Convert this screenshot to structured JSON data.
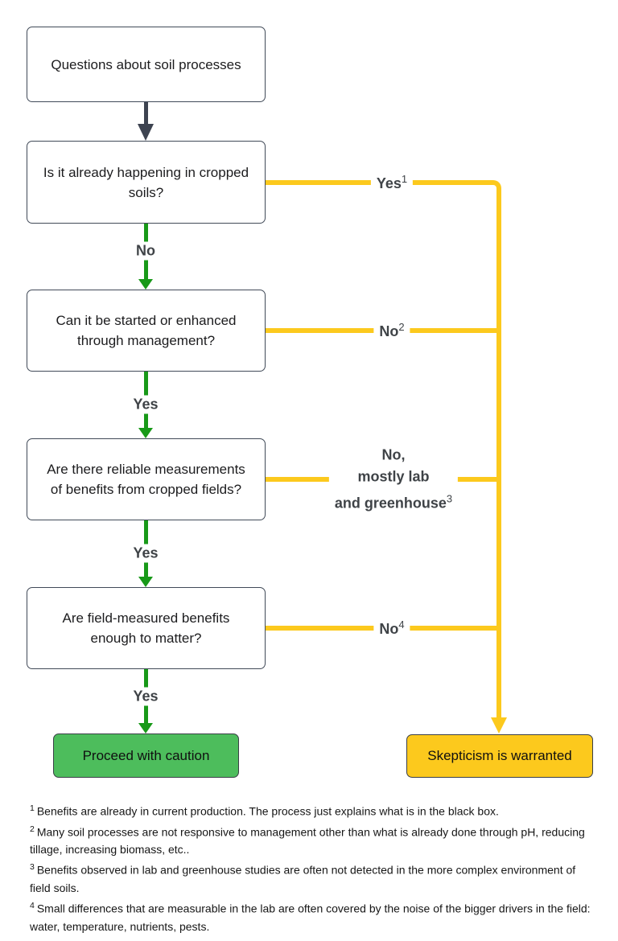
{
  "flowchart": {
    "nodes": [
      {
        "text": "Questions about soil processes"
      },
      {
        "text": "Is it already happening in cropped soils?"
      },
      {
        "text": "Can it be started or enhanced through management?"
      },
      {
        "text": "Are there reliable measurements of benefits from cropped fields?"
      },
      {
        "text": "Are field-measured benefits enough to matter?"
      }
    ],
    "terminals": {
      "proceed": {
        "text": "Proceed with caution"
      },
      "skepticism": {
        "text": "Skepticism is warranted"
      }
    },
    "branch_labels": {
      "yes1": {
        "text": "Yes",
        "sup": "1"
      },
      "no_down": {
        "text": "No"
      },
      "no2": {
        "text": "No",
        "sup": "2"
      },
      "yes_down2": {
        "text": "Yes"
      },
      "no3": {
        "lines": [
          "No,",
          "mostly lab",
          "and greenhouse"
        ],
        "sup": "3"
      },
      "yes_down3": {
        "text": "Yes"
      },
      "no4": {
        "text": "No",
        "sup": "4"
      },
      "yes_down4": {
        "text": "Yes"
      }
    },
    "footnotes": [
      {
        "sup": "1",
        "text": "Benefits are already in current production. The process just explains what is in the black box."
      },
      {
        "sup": "2",
        "text": "Many soil processes are not  responsive to management other than what is already done through pH, reducing tillage, increasing biomass, etc.."
      },
      {
        "sup": "3",
        "text": "Benefits observed in lab and greenhouse studies are often not detected in the more complex environment of field soils."
      },
      {
        "sup": "4",
        "text": "Small differences that are measurable in the lab are often covered by the noise of the bigger drivers in the field: water, temperature, nutrients, pests."
      }
    ],
    "colors": {
      "branch_yellow": "#FCC91D",
      "arrow_green": "#189918",
      "proceed_fill": "#4DBD5C",
      "skepticism_fill": "#FCC91D",
      "node_border": "#414A58",
      "dark_arrow": "#3D4350"
    }
  }
}
